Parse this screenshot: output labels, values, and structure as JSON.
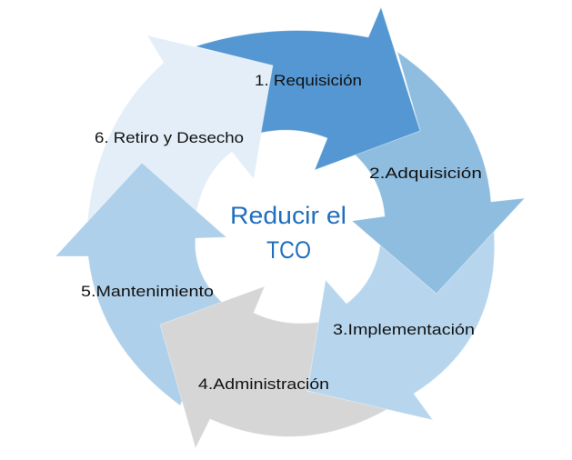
{
  "center": {
    "line1": "Reducir el",
    "line2": "TCO",
    "color": "#1f6fbf"
  },
  "steps": [
    {
      "label": "1. Requisición",
      "color": "#5497d2"
    },
    {
      "label": "2.Adquisición",
      "color": "#8fbde0"
    },
    {
      "label": "3.Implementación",
      "color": "#b7d6ee"
    },
    {
      "label": "4.Administración",
      "color": "#d6d6d6"
    },
    {
      "label": "5.Mantenimiento",
      "color": "#afd0ea"
    },
    {
      "label": "6. Retiro y Desecho",
      "color": "#e3eef8"
    }
  ]
}
